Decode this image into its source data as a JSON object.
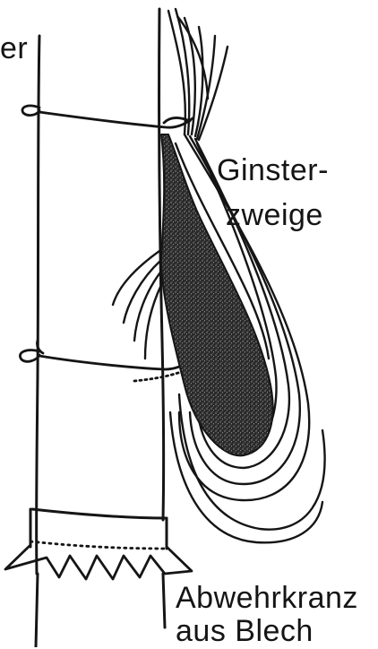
{
  "labels": {
    "left_cut": "er",
    "ginster_line1": "Ginster-",
    "ginster_line2": "zweige",
    "abwehr_line1": "Abwehrkranz",
    "abwehr_line2": "aus Blech"
  },
  "colors": {
    "ink": "#151515",
    "paper": "#ffffff"
  }
}
